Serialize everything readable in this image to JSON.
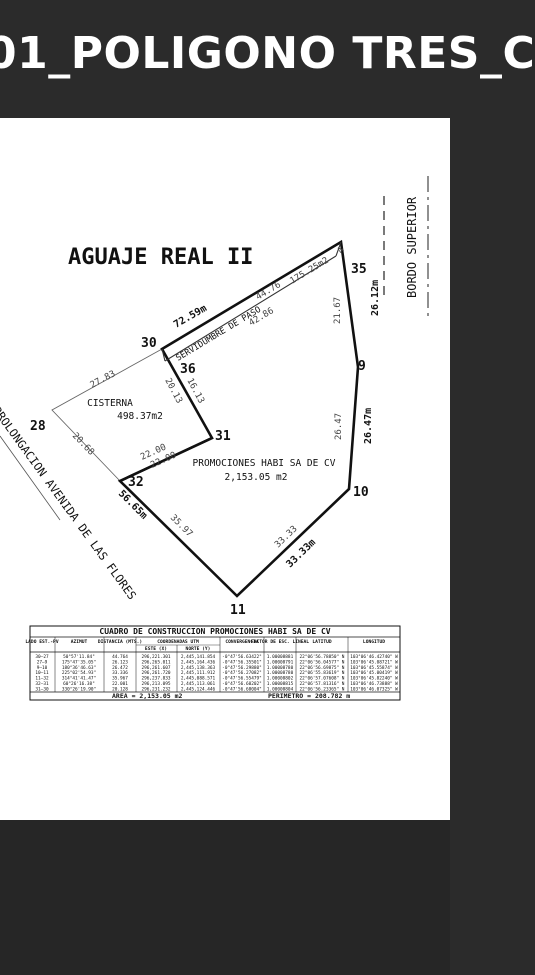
{
  "header": {
    "title": "01_POLIGONO TRES_C"
  },
  "plan": {
    "title": "AGUAJE REAL II",
    "street_label": "PROLONGACION AVENIDA DE LAS FLORES",
    "bordo_label": "BORDO SUPERIOR",
    "vertices": {
      "v28": "28",
      "v30": "30",
      "v36": "36",
      "v35": "35",
      "v9": "9",
      "v10": "10",
      "v11": "11",
      "v31": "31",
      "v32": "32"
    },
    "dims": {
      "d27_83": "27.83",
      "d20_68": "20.68",
      "d72_59": "72.59m",
      "d44_76": "44.76",
      "d175": "175.25m2",
      "d42_86": "42.86",
      "d26_12": "26.12m",
      "d21_67": "21.67",
      "d26_47": "26.47",
      "d26_47m": "26.47m",
      "d33_33": "33.33",
      "d33_33m": "33.33m",
      "d35_97": "35.97",
      "d56_65": "56.65m",
      "d20_13": "20.13",
      "d16_13": "16.13",
      "d22a": "22.00",
      "d22b": "22.00",
      "d4": "4"
    },
    "servidumbre": "SERVIDUMBRE DE PASO",
    "cisterna_name": "CISTERNA",
    "cisterna_area": "498.37m2",
    "promo_name": "PROMOCIONES HABI SA DE CV",
    "promo_area": "2,153.05 m2"
  },
  "table": {
    "title": "CUADRO DE CONSTRUCCION PROMOCIONES HABI SA DE CV",
    "headers": [
      "LADO EST.-PV",
      "AZIMUT",
      "DISTANCIA (MTS.)",
      "COORDENADAS UTM",
      "CONVERGENCIA",
      "FACTOR DE ESC. LINEAL",
      "LATITUD",
      "LONGITUD"
    ],
    "subheaders": [
      "ESTE (X)",
      "NORTE (Y)"
    ],
    "rows": [
      [
        "30—27",
        "50°57'11.84\"",
        "44.764",
        "296,221.301",
        "2,445,141.854",
        "-0°47'56.63422\"",
        "1.00008881",
        "22°06'56.78850\" N",
        "103°06'46.42740\" W"
      ],
      [
        "27—9",
        "175°47'35.05\"",
        "26.123",
        "296,265.011",
        "2,445,164.436",
        "-0°47'56.35501\"",
        "1.00008791",
        "22°06'56.04577\" N",
        "103°06'45.08721\" W"
      ],
      [
        "9—10",
        "180°36'46.63\"",
        "26.472",
        "296,261.607",
        "2,445,138.363",
        "-0°47'56.29880\"",
        "1.00008780",
        "22°06'56.69875\" N",
        "103°06'45.55874\" W"
      ],
      [
        "10—11",
        "225°02'54.93\"",
        "33.336",
        "296,261.720",
        "2,445,111.912",
        "-0°47'56.27082\"",
        "1.00008780",
        "22°06'55.83619\" N",
        "103°06'45.00419\" W"
      ],
      [
        "11—32",
        "314°41'41.47\"",
        "35.967",
        "296,237.833",
        "2,445,088.571",
        "-0°47'56.55479\"",
        "1.00008802",
        "22°06'57.07608\" N",
        "103°06'45.82240\" W"
      ],
      [
        "32—31",
        "60°26'16.38\"",
        "22.001",
        "296,213.095",
        "2,445,113.061",
        "-0°47'56.60202\"",
        "1.00008815",
        "22°06'57.81316\" N",
        "103°06'46.73888\" W"
      ],
      [
        "31—30",
        "330°26'19.90\"",
        "20.128",
        "296,231.232",
        "2,445,124.446",
        "-0°47'56.68004\"",
        "1.00008804",
        "22°06'56.23365\" N",
        "103°06'46.07325\" W"
      ]
    ],
    "area_label": "AREA = 2,153.05 m2",
    "perimeter_label": "PERIMETRO = 208.782 m"
  }
}
